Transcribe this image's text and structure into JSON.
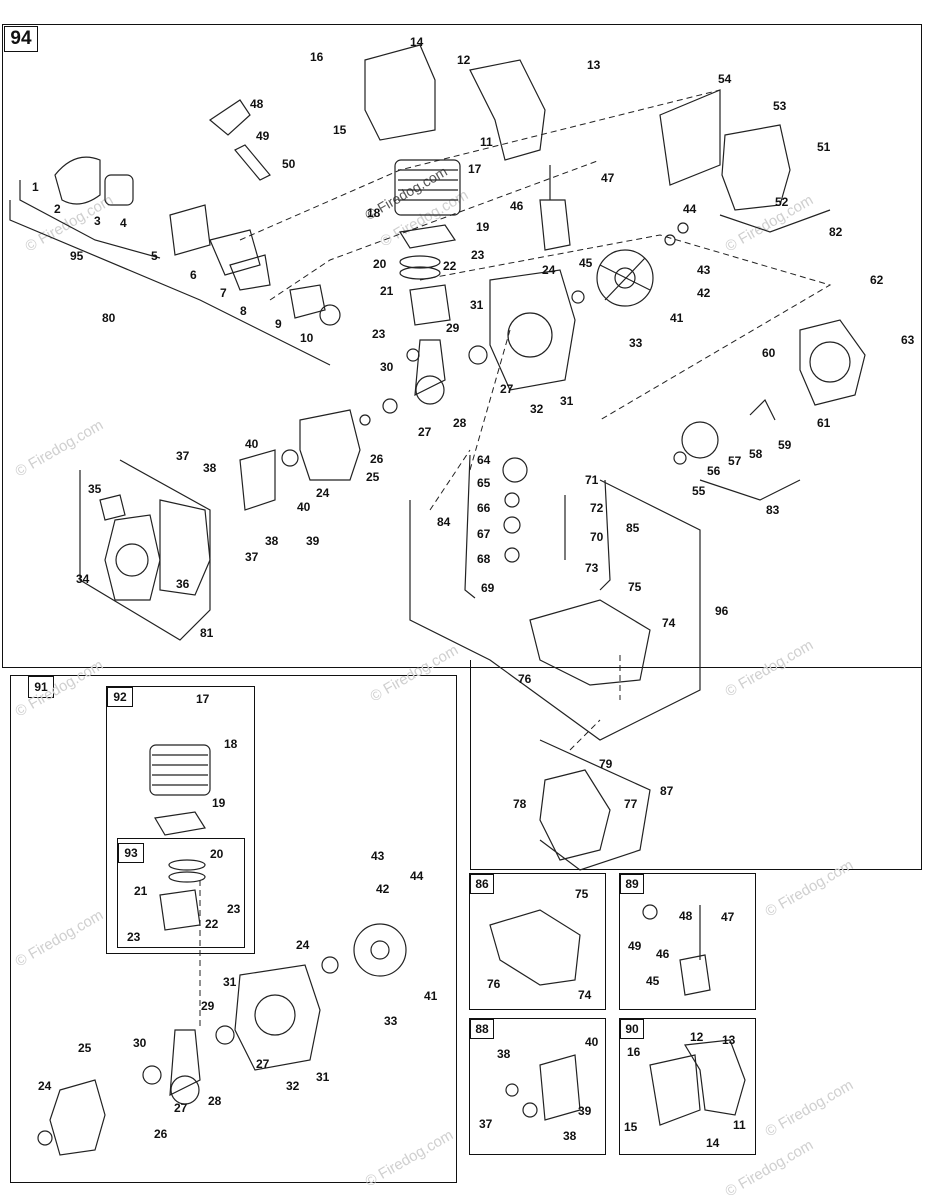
{
  "watermark": "© Firedog.com",
  "inset_watermark": "© Firedog.com",
  "diagrams": {
    "main": {
      "id": "94",
      "labels": [
        "1",
        "2",
        "3",
        "4",
        "5",
        "6",
        "7",
        "8",
        "9",
        "10",
        "11",
        "12",
        "13",
        "14",
        "15",
        "16",
        "17",
        "18",
        "19",
        "20",
        "21",
        "22",
        "23",
        "23",
        "24",
        "24",
        "25",
        "26",
        "27",
        "27",
        "28",
        "29",
        "30",
        "31",
        "31",
        "32",
        "33",
        "34",
        "35",
        "36",
        "37",
        "37",
        "38",
        "38",
        "39",
        "40",
        "40",
        "41",
        "42",
        "43",
        "44",
        "45",
        "46",
        "47",
        "48",
        "49",
        "50",
        "51",
        "52",
        "53",
        "54",
        "55",
        "56",
        "57",
        "58",
        "59",
        "60",
        "61",
        "62",
        "63",
        "64",
        "65",
        "66",
        "67",
        "68",
        "69",
        "70",
        "71",
        "72",
        "73",
        "74",
        "75",
        "76",
        "77",
        "78",
        "79",
        "80",
        "81",
        "82",
        "83",
        "84",
        "85",
        "87",
        "95",
        "96"
      ]
    },
    "d91": {
      "id": "91",
      "labels": [
        "17",
        "18",
        "19",
        "20",
        "21",
        "22",
        "23",
        "23",
        "24",
        "24",
        "25",
        "26",
        "27",
        "27",
        "28",
        "29",
        "30",
        "31",
        "31",
        "32",
        "33",
        "41",
        "42",
        "43",
        "44"
      ]
    },
    "d92": {
      "id": "92"
    },
    "d93": {
      "id": "93"
    },
    "d86": {
      "id": "86",
      "labels": [
        "75",
        "76",
        "74"
      ]
    },
    "d88": {
      "id": "88",
      "labels": [
        "38",
        "40",
        "39",
        "37",
        "38"
      ]
    },
    "d89": {
      "id": "89",
      "labels": [
        "48",
        "47",
        "49",
        "46",
        "45"
      ]
    },
    "d90": {
      "id": "90",
      "labels": [
        "12",
        "13",
        "16",
        "11",
        "15",
        "14"
      ]
    }
  }
}
